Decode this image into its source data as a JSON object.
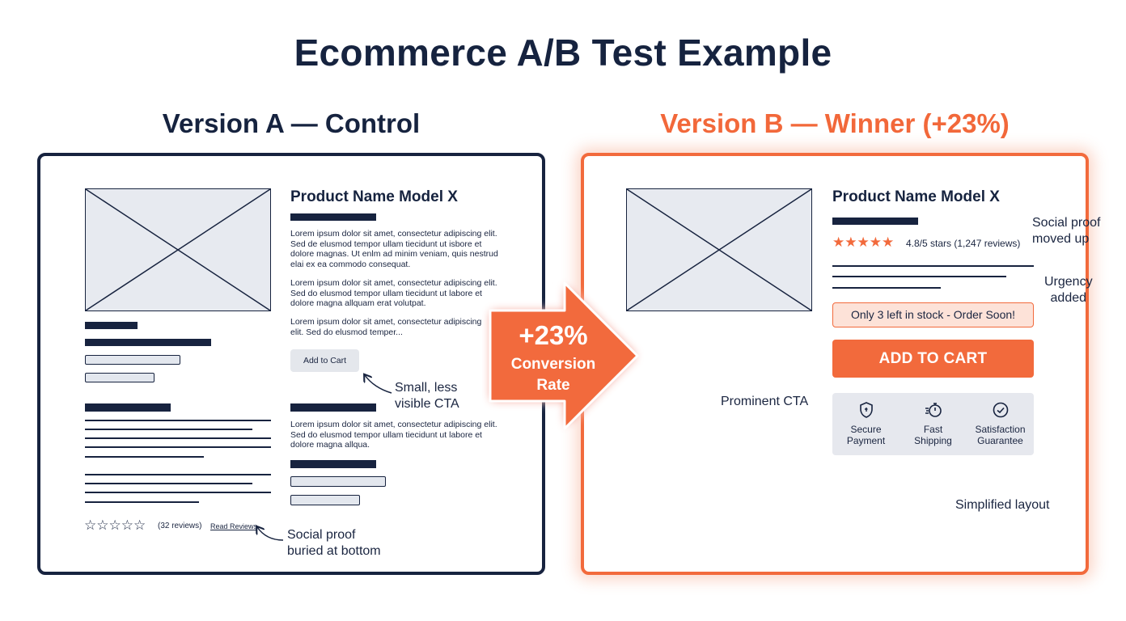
{
  "title": "Ecommerce A/B Test Example",
  "version_a": {
    "heading": "Version A — Control",
    "product_name": "Product Name Model X",
    "lorem_1": "Lorem ipsum dolor sit amet, consectetur adipiscing elit. Sed de elusmod tempor ullam tiecidunt ut isbore et dolore magnas. Ut enlm ad minim veniam, quis nestrud elai ex ea commodo consequat.",
    "lorem_2": "Lorem ipsum dolor sit amet, consectetur adipiscing elit. Sed do elusmod tempor ullam tiecidunt ut labore et dolore magna allquam erat volutpat.",
    "lorem_3": "Lorem ipsum dolor sit amet, consectetur adipiscing elit. Sed do elusmod temper...",
    "lorem_4": "Lorem ipsum dolor sit amet, consectetur adipiscing elit. Sed do elusmod tempor ullam tiecidunt ut labore et dolore magna allqua.",
    "cart_label": "Add to Cart",
    "cta_note": "Small, less\nvisible CTA",
    "stars": "☆☆☆☆☆",
    "review_count": "(32 reviews)",
    "read_reviews": "Read Reviews",
    "social_note": "Social proof\nburied at bottom"
  },
  "version_b": {
    "heading": "Version B — Winner (+23%)",
    "product_name": "Product Name Model X",
    "stars": "★★★★★",
    "rating_text": "4.8/5 stars (1,247 reviews)",
    "urgency": "Only 3 left in stock - Order Soon!",
    "cart_label": "ADD TO CART",
    "trust": [
      {
        "label": "Secure\nPayment",
        "icon": "shield-icon"
      },
      {
        "label": "Fast\nShipping",
        "icon": "stopwatch-icon"
      },
      {
        "label": "Satisfaction\nGuarantee",
        "icon": "check-circle-icon"
      }
    ],
    "social_note": "Social proof\nmoved up",
    "urgency_note": "Urgency\nadded",
    "cta_note": "Prominent CTA",
    "layout_note": "Simplified layout"
  },
  "uplift": {
    "value": "+23%",
    "label": "Conversion\nRate"
  },
  "colors": {
    "navy": "#17233f",
    "orange": "#f26a3c",
    "light_orange": "#fde2d8",
    "placeholder_grey": "#e7eaf0"
  }
}
